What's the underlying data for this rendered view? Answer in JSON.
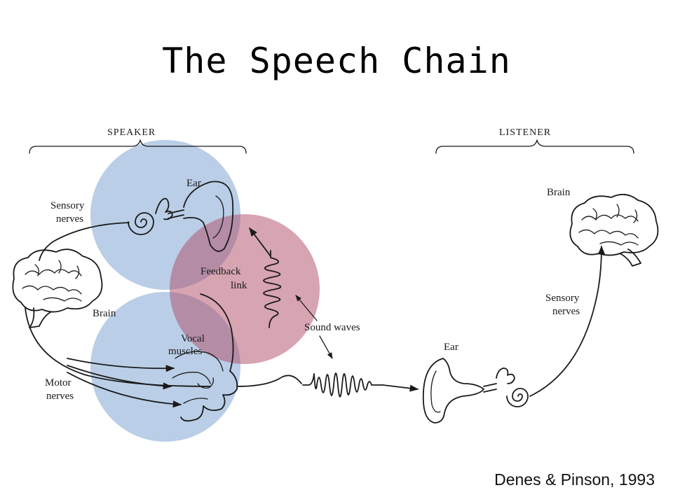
{
  "title": "The Speech Chain",
  "citation": "Denes & Pinson, 1993",
  "speaker": {
    "header": "SPEAKER",
    "ear_label": "Ear",
    "sensory_nerves_label": [
      "Sensory",
      "nerves"
    ],
    "brain_label": "Brain",
    "feedback_label": [
      "Feedback",
      "link"
    ],
    "vocal_muscles_label": [
      "Vocal",
      "muscles"
    ],
    "motor_nerves_label": [
      "Motor",
      "nerves"
    ]
  },
  "sound_waves_label": "Sound waves",
  "listener": {
    "header": "LISTENER",
    "brain_label": "Brain",
    "sensory_nerves_label": [
      "Sensory",
      "nerves"
    ],
    "ear_label": "Ear"
  },
  "colors": {
    "blue_circle": "#6f98cc",
    "red_circle": "#b04a65",
    "line": "#1a1a1a"
  }
}
